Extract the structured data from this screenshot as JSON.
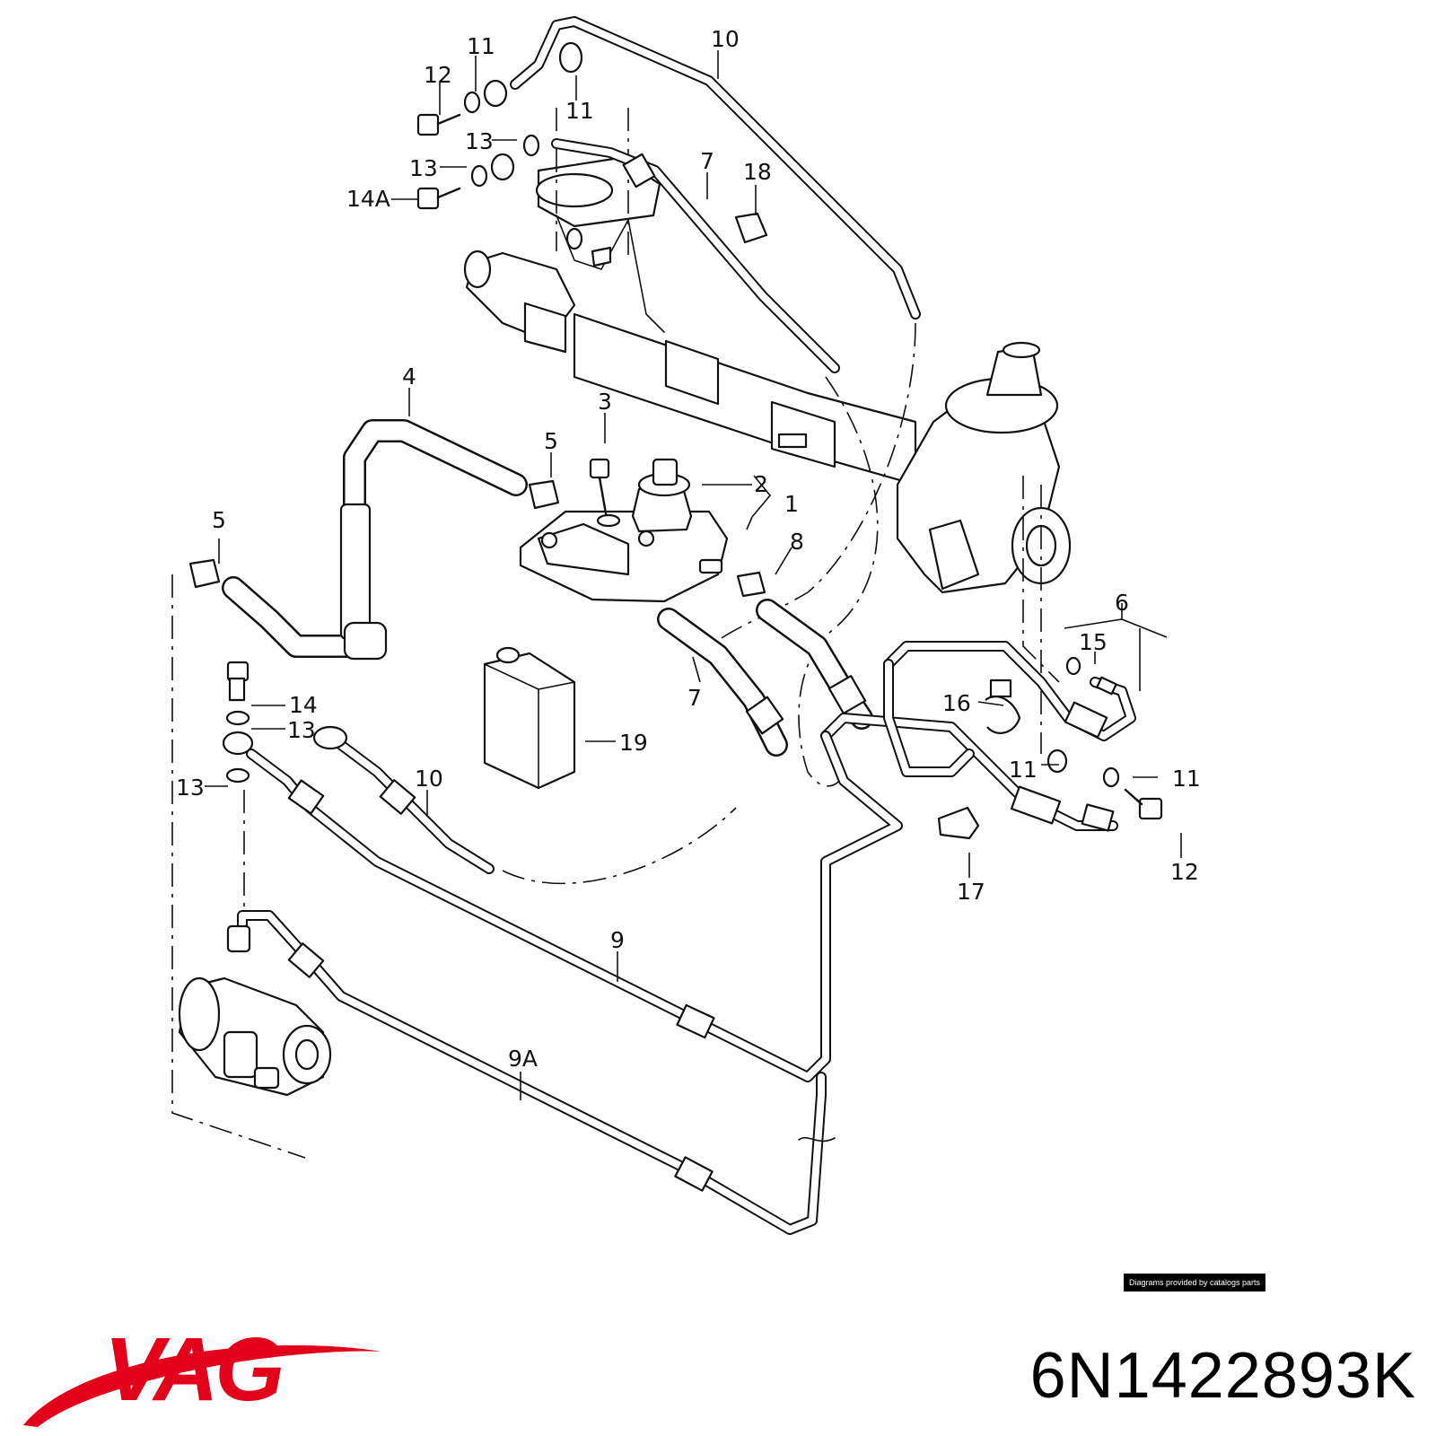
{
  "callouts": {
    "c1": "1",
    "c2": "2",
    "c3": "3",
    "c4": "4",
    "c5a": "5",
    "c5b": "5",
    "c6": "6",
    "c7a": "7",
    "c7b": "7",
    "c8": "8",
    "c9": "9",
    "c9a": "9A",
    "c10a": "10",
    "c10b": "10",
    "c11a": "11",
    "c11b": "11",
    "c11c": "11",
    "c11d": "11",
    "c12a": "12",
    "c12b": "12",
    "c13a": "13",
    "c13b": "13",
    "c13c": "13",
    "c13d": "13",
    "c14": "14",
    "c14a": "14A",
    "c15": "15",
    "c16": "16",
    "c17": "17",
    "c18": "18",
    "c19": "19"
  },
  "credit": "Diagrams provided by catalogs parts",
  "brand": {
    "logo_text": "VAG",
    "color": "#e3001b"
  },
  "part_number": "6N1422893K"
}
